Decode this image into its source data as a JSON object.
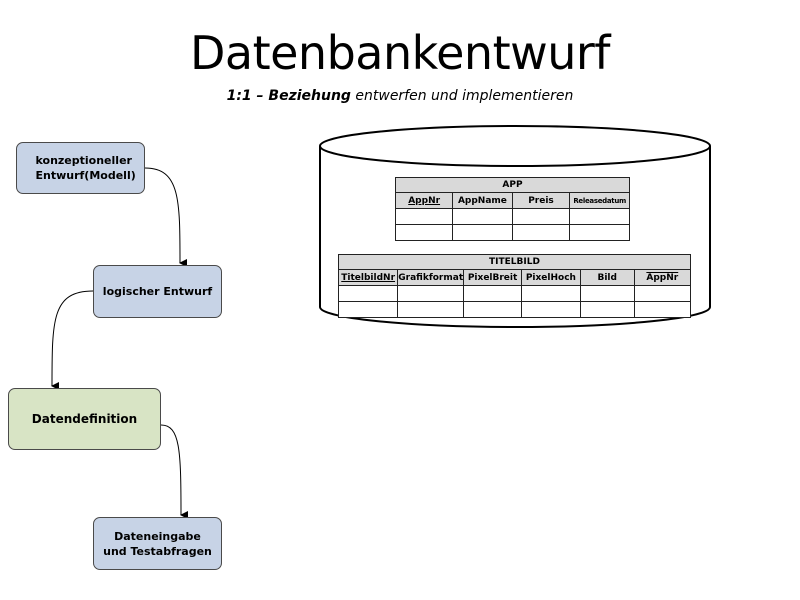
{
  "title": "Datenbankentwurf",
  "subtitle": {
    "bold": "1:1 – Beziehung",
    "rest": " entwerfen und implementieren"
  },
  "steps": [
    {
      "label": "konzeptioneller Entwurf(Modell)",
      "color": "#c7d3e6"
    },
    {
      "label": "logischer Entwurf",
      "color": "#c7d3e6"
    },
    {
      "label": "Datendefinition",
      "color": "#d8e4c5"
    },
    {
      "label": "Dateneingabe und Testabfragen",
      "color": "#c7d3e6"
    }
  ],
  "tables": {
    "app": {
      "name": "APP",
      "columns": [
        "AppNr",
        "AppName",
        "Preis",
        "Releasedatum"
      ]
    },
    "titelbild": {
      "name": "TITELBILD",
      "columns": [
        "TitelbildNr",
        "Grafikformat",
        "PixelBreit",
        "PixelHoch",
        "Bild",
        "AppNr"
      ]
    }
  }
}
